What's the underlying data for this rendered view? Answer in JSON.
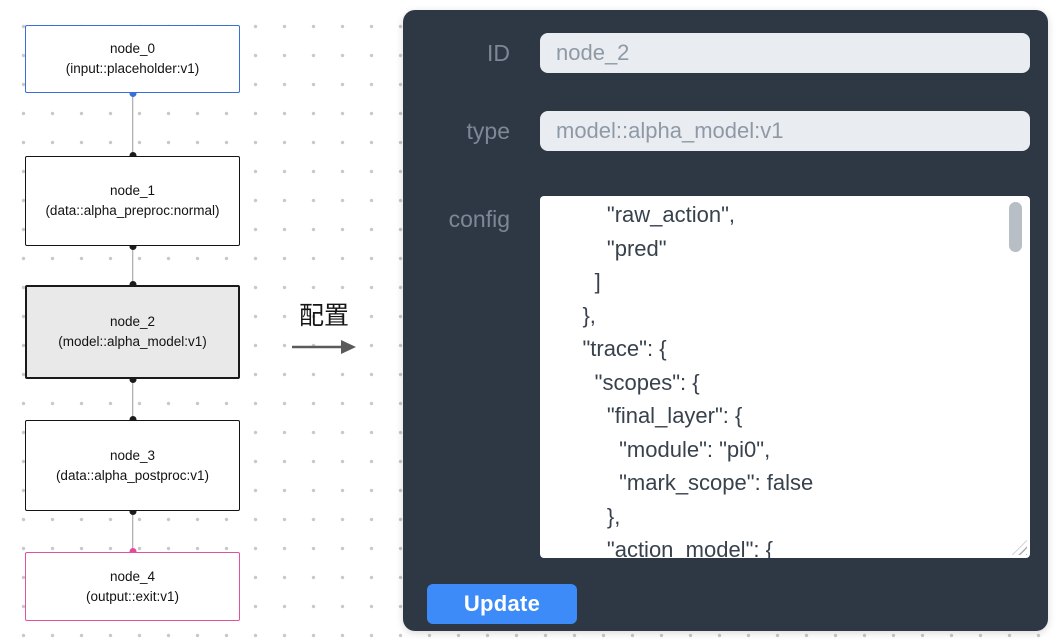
{
  "flowchart": {
    "nodes": [
      {
        "label": "node_0",
        "sublabel": "(input::placeholder:v1)"
      },
      {
        "label": "node_1",
        "sublabel": "(data::alpha_preproc:normal)"
      },
      {
        "label": "node_2",
        "sublabel": "(model::alpha_model:v1)"
      },
      {
        "label": "node_3",
        "sublabel": "(data::alpha_postproc:v1)"
      },
      {
        "label": "node_4",
        "sublabel": "(output::exit:v1)"
      }
    ]
  },
  "transfer": {
    "label": "配置"
  },
  "panel": {
    "id_field": {
      "label": "ID",
      "value": "node_2"
    },
    "type_field": {
      "label": "type",
      "value": "model::alpha_model:v1"
    },
    "config_field": {
      "label": "config",
      "lines": [
        "        \"raw_action\",",
        "        \"pred\"",
        "      ]",
        "    },",
        "    \"trace\": {",
        "      \"scopes\": {",
        "        \"final_layer\": {",
        "          \"module\": \"pi0\",",
        "          \"mark_scope\": false",
        "        },",
        "        \"action_model\": {"
      ]
    },
    "update_button": "Update"
  },
  "colors": {
    "panel_background": "#2e3845",
    "button_blue": "#3d8bf8",
    "input_node_border": "#3a6fd8",
    "output_node_border": "#e0519e",
    "selected_node_fill": "#e9e9e9",
    "port_pink": "#e8489b"
  }
}
